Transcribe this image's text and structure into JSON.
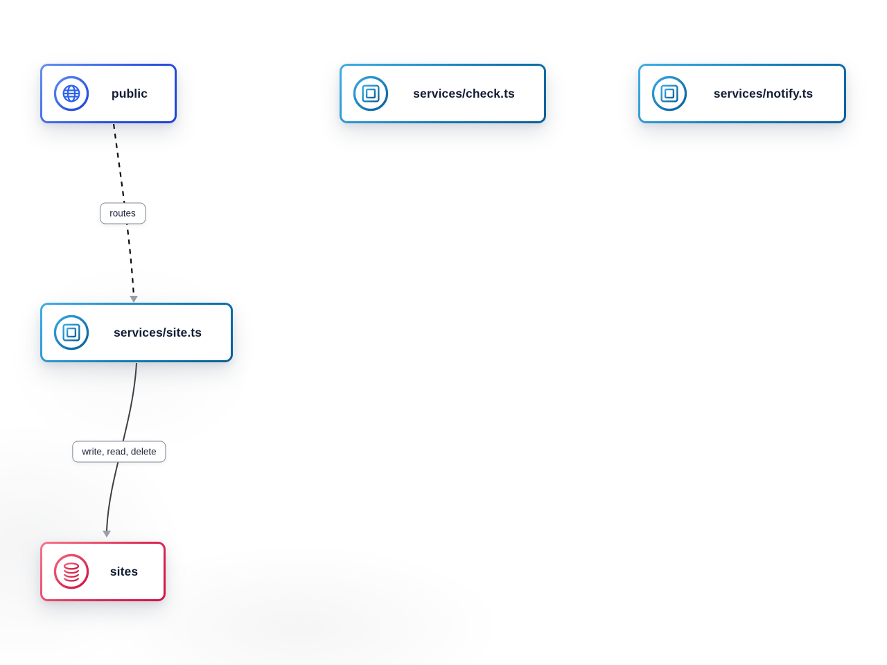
{
  "diagram": {
    "nodes": [
      {
        "id": "public",
        "label": "public",
        "icon": "globe-icon",
        "theme": "blue",
        "accent_from": "#6490f3",
        "accent_to": "#1d43d4"
      },
      {
        "id": "check",
        "label": "services/check.ts",
        "icon": "chip-icon",
        "theme": "cyan",
        "accent_from": "#41aee6",
        "accent_to": "#0a5e98"
      },
      {
        "id": "notify",
        "label": "services/notify.ts",
        "icon": "chip-icon",
        "theme": "cyan",
        "accent_from": "#41aee6",
        "accent_to": "#0a5e98"
      },
      {
        "id": "site",
        "label": "services/site.ts",
        "icon": "chip-icon",
        "theme": "cyan",
        "accent_from": "#41aee6",
        "accent_to": "#0a5e98"
      },
      {
        "id": "sites",
        "label": "sites",
        "icon": "database-icon",
        "theme": "red",
        "accent_from": "#f4788b",
        "accent_to": "#ce1243"
      }
    ],
    "edges": [
      {
        "from": "public",
        "to": "site",
        "label": "routes",
        "style": "dashed",
        "color": "#0c0c0c"
      },
      {
        "from": "site",
        "to": "sites",
        "label": "write, read, delete",
        "style": "solid",
        "color": "#3d3f45"
      }
    ],
    "colors": {
      "label_text": "#121c34",
      "edge_label_border": "#828a99",
      "arrowhead": "#9aa0ab",
      "background": "#ffffff"
    }
  }
}
